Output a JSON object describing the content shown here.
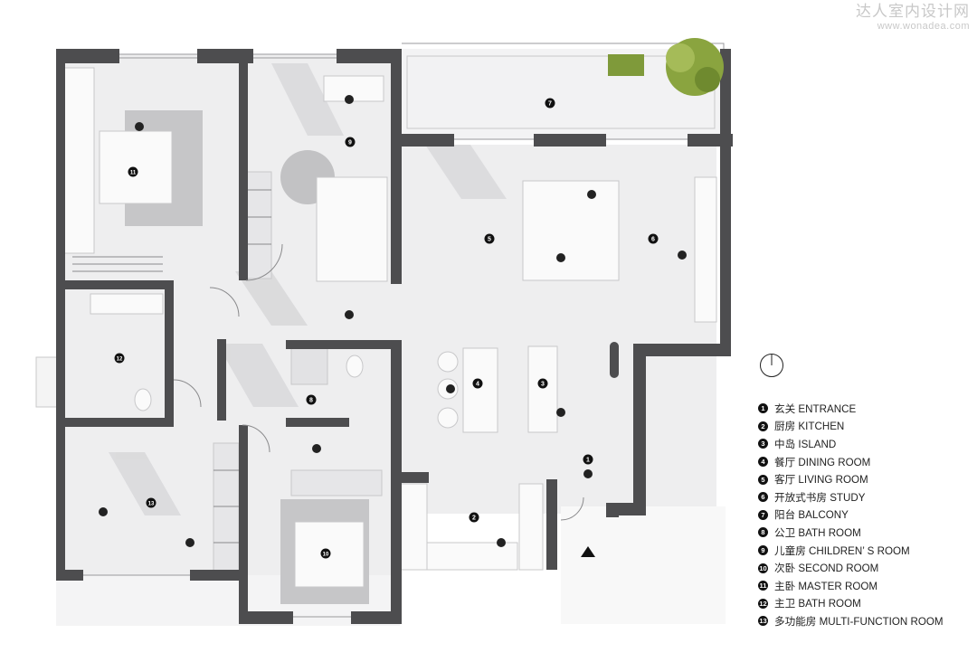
{
  "watermark": {
    "title": "达人室内设计网",
    "url": "www.wonadea.com"
  },
  "colors": {
    "wall": "#4d4d4f",
    "floor": "#eeeeef",
    "furniture": "#fafafa",
    "rug": "#c4c4c6",
    "shadow": "#d6d6d8",
    "marker": "#111111",
    "tree": "#7f9a3a"
  },
  "plan_labels": [
    "1",
    "2",
    "3",
    "4",
    "5",
    "6",
    "7",
    "8",
    "9",
    "10",
    "11",
    "12",
    "13"
  ],
  "legend": [
    {
      "num": "1",
      "label": "玄关 ENTRANCE"
    },
    {
      "num": "2",
      "label": "厨房 KITCHEN"
    },
    {
      "num": "3",
      "label": "中岛 ISLAND"
    },
    {
      "num": "4",
      "label": "餐厅 DINING ROOM"
    },
    {
      "num": "5",
      "label": "客厅 LIVING ROOM"
    },
    {
      "num": "6",
      "label": "开放式书房 STUDY"
    },
    {
      "num": "7",
      "label": "阳台 BALCONY"
    },
    {
      "num": "8",
      "label": "公卫 BATH ROOM"
    },
    {
      "num": "9",
      "label": "儿童房 CHILDREN’ S ROOM"
    },
    {
      "num": "10",
      "label": "次卧 SECOND ROOM"
    },
    {
      "num": "11",
      "label": "主卧 MASTER ROOM"
    },
    {
      "num": "12",
      "label": "主卫 BATH ROOM"
    },
    {
      "num": "13",
      "label": "多功能房 MULTI-FUNCTION ROOM"
    }
  ],
  "icons": {
    "north": "north-arrow-icon",
    "entry": "entry-arrow-icon",
    "tree": "tree-icon"
  }
}
